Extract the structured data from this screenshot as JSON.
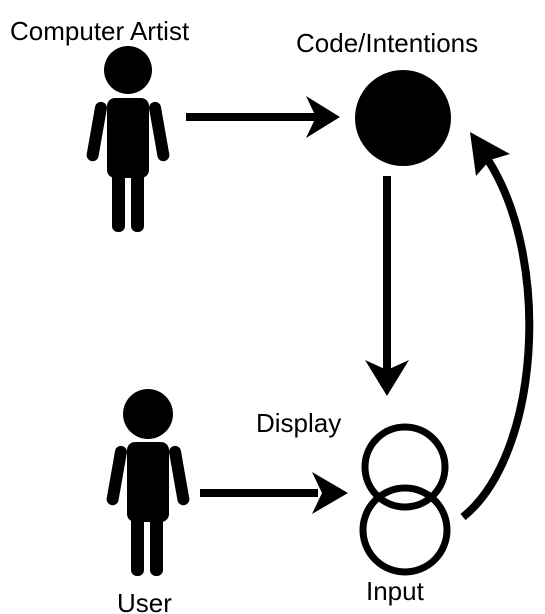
{
  "diagram": {
    "labels": {
      "computer_artist": "Computer Artist",
      "code_intentions": "Code/Intentions",
      "display": "Display",
      "user": "User",
      "input": "Input"
    },
    "colors": {
      "ink": "#000000",
      "background": "#ffffff"
    },
    "icons": {
      "artist_figure": "person-icon",
      "user_figure": "person-icon",
      "code_node": "filled-circle",
      "display_node": "outline-circle",
      "input_node": "outline-circle"
    }
  }
}
